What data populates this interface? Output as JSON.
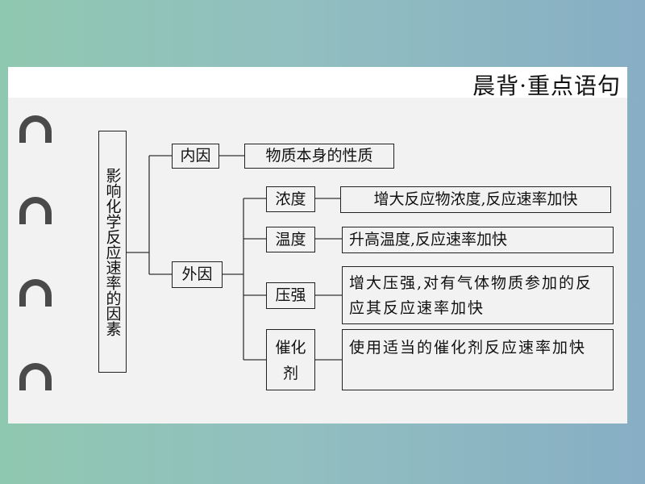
{
  "header": {
    "title": "晨背·重点语句"
  },
  "diagram": {
    "root": "影响化学反应速率的因素",
    "internal": {
      "label": "内因",
      "desc": "物质本身的性质"
    },
    "external": {
      "label": "外因",
      "factors": [
        {
          "label": "浓度",
          "desc": "增大反应物浓度,反应速率加快"
        },
        {
          "label": "温度",
          "desc": "升高温度,反应速率加快"
        },
        {
          "label": "压强",
          "desc": "增大压强,对有气体物质参加的反应其反应速率加快"
        },
        {
          "label": "催化剂",
          "desc": "使用适当的催化剂反应速率加快"
        }
      ]
    }
  }
}
